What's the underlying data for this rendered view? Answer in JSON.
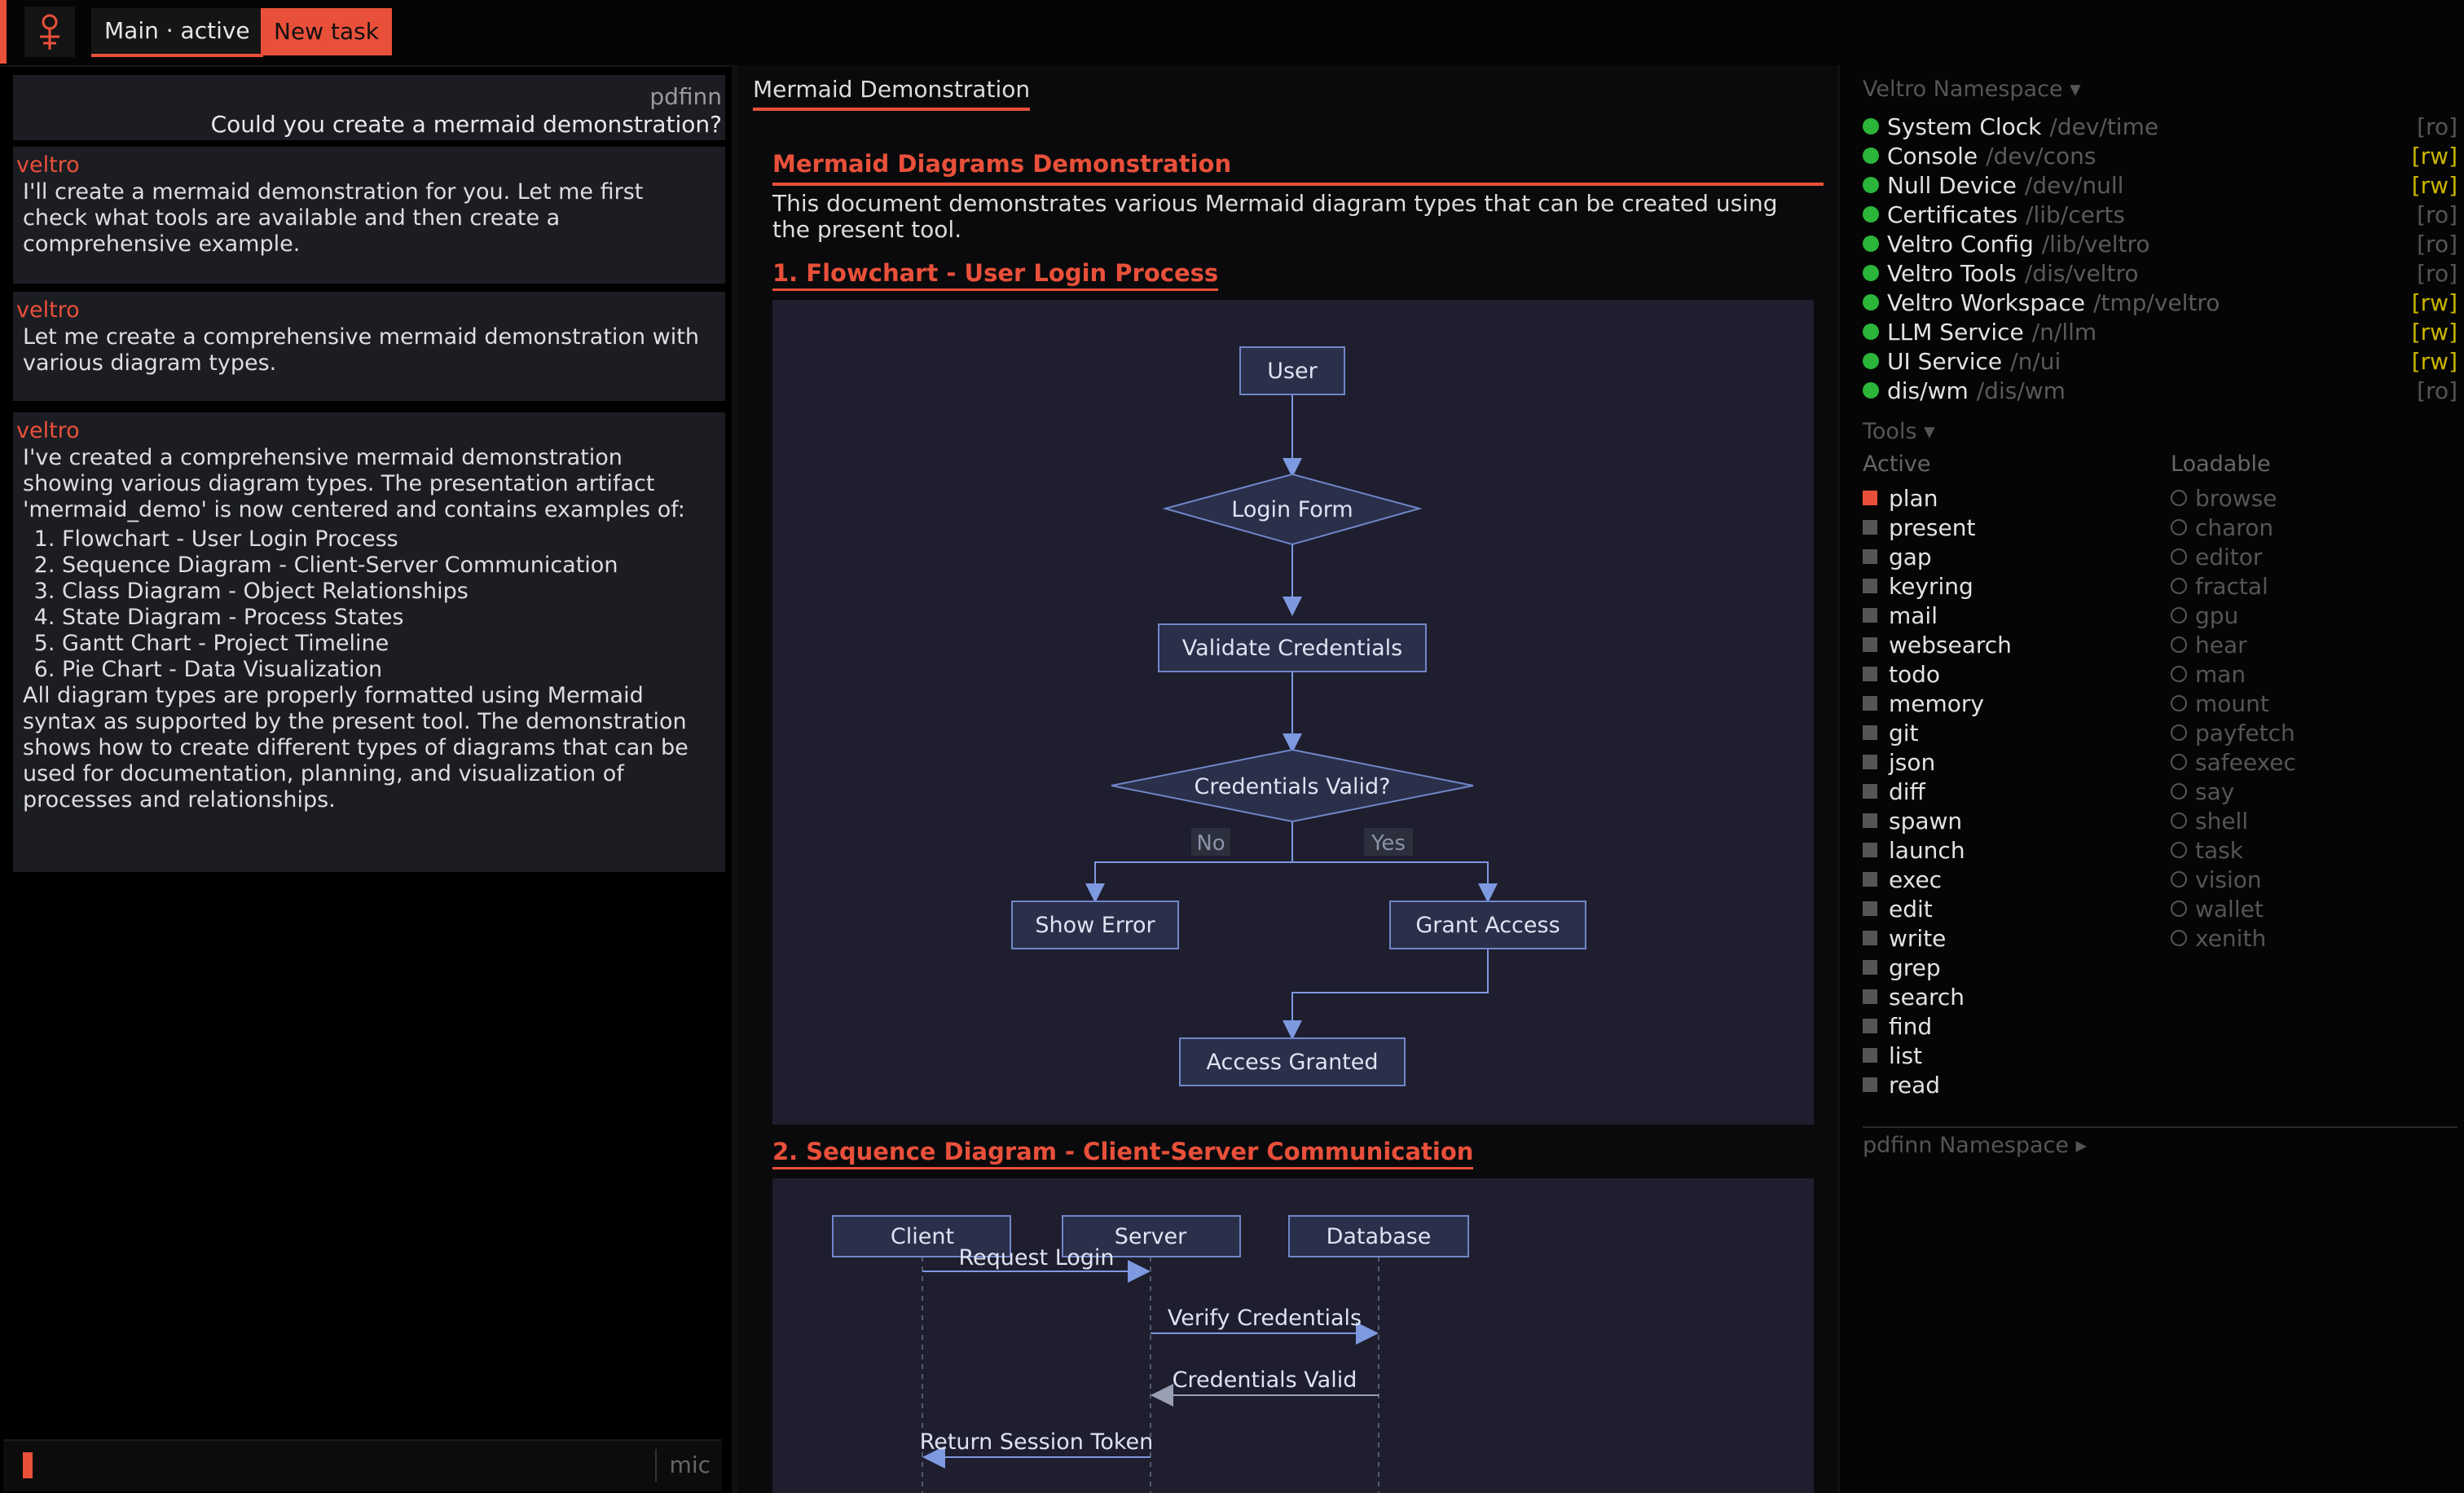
{
  "header": {
    "main_tab": "Main · active",
    "new_task": "New task"
  },
  "chat": {
    "user_msg": {
      "sender": "pdfinn",
      "text": "Could you create a mermaid demonstration?"
    },
    "ai_msgs": [
      {
        "sender": "veltro",
        "text": "I'll create a mermaid demonstration for you. Let me first check what tools are available and then create a comprehensive example."
      },
      {
        "sender": "veltro",
        "text": "Let me create a comprehensive mermaid demonstration with various diagram types."
      },
      {
        "sender": "veltro",
        "intro": "I've created a comprehensive mermaid demonstration showing various diagram types. The presentation artifact 'mermaid_demo' is now centered and contains examples of:",
        "items": [
          "Flowchart - User Login Process",
          "Sequence Diagram - Client-Server Communication",
          "Class Diagram - Object Relationships",
          "State Diagram - Process States",
          "Gantt Chart - Project Timeline",
          "Pie Chart - Data Visualization"
        ],
        "outro": "All diagram types are properly formatted using Mermaid syntax as supported by the present tool. The demonstration shows how to create different types of diagrams that can be used for documentation, planning, and visualization of processes and relationships."
      }
    ],
    "composer": {
      "mic_label": "mic"
    }
  },
  "document": {
    "tab_label": "Mermaid Demonstration",
    "title": "Mermaid Diagrams Demonstration",
    "intro": "This document demonstrates various Mermaid diagram types that can be created using the present tool.",
    "section1": "1. Flowchart - User Login Process",
    "section2": "2. Sequence Diagram - Client-Server Communication",
    "flowchart": {
      "user": "User",
      "login_form": "Login Form",
      "validate": "Validate Credentials",
      "valid_q": "Credentials Valid?",
      "no": "No",
      "yes": "Yes",
      "show_error": "Show Error",
      "grant": "Grant Access",
      "granted": "Access Granted"
    },
    "sequence": {
      "client": "Client",
      "server": "Server",
      "database": "Database",
      "m1": "Request Login",
      "m2": "Verify Credentials",
      "m3": "Credentials Valid",
      "m4": "Return Session Token"
    }
  },
  "namespace": {
    "title": "Veltro Namespace ▾",
    "services": [
      {
        "name": "System Clock",
        "path": "/dev/time",
        "mode": "[ro]"
      },
      {
        "name": "Console",
        "path": "/dev/cons",
        "mode": "[rw]"
      },
      {
        "name": "Null Device",
        "path": "/dev/null",
        "mode": "[rw]"
      },
      {
        "name": "Certificates",
        "path": "/lib/certs",
        "mode": "[ro]"
      },
      {
        "name": "Veltro Config",
        "path": "/lib/veltro",
        "mode": "[ro]"
      },
      {
        "name": "Veltro Tools",
        "path": "/dis/veltro",
        "mode": "[ro]"
      },
      {
        "name": "Veltro Workspace",
        "path": "/tmp/veltro",
        "mode": "[rw]"
      },
      {
        "name": "LLM Service",
        "path": "/n/llm",
        "mode": "[rw]"
      },
      {
        "name": "UI Service",
        "path": "/n/ui",
        "mode": "[rw]"
      },
      {
        "name": "dis/wm",
        "path": "/dis/wm",
        "mode": "[ro]"
      }
    ],
    "tools_title": "Tools ▾",
    "active_label": "Active",
    "loadable_label": "Loadable",
    "active_tools": [
      "plan",
      "present",
      "gap",
      "keyring",
      "mail",
      "websearch",
      "todo",
      "memory",
      "git",
      "json",
      "diff",
      "spawn",
      "launch",
      "exec",
      "edit",
      "write",
      "grep",
      "search",
      "find",
      "list",
      "read"
    ],
    "loadable_tools": [
      "browse",
      "charon",
      "editor",
      "fractal",
      "gpu",
      "hear",
      "man",
      "mount",
      "payfetch",
      "safeexec",
      "say",
      "shell",
      "task",
      "vision",
      "wallet",
      "xenith"
    ],
    "pdfinn_title": "pdfinn Namespace ▸"
  },
  "colors": {
    "accent": "#e9503a",
    "ok": "#2bb53a",
    "rw": "#c9b400",
    "panel": "#1e1e2e",
    "node_stroke": "#6f86c9"
  }
}
